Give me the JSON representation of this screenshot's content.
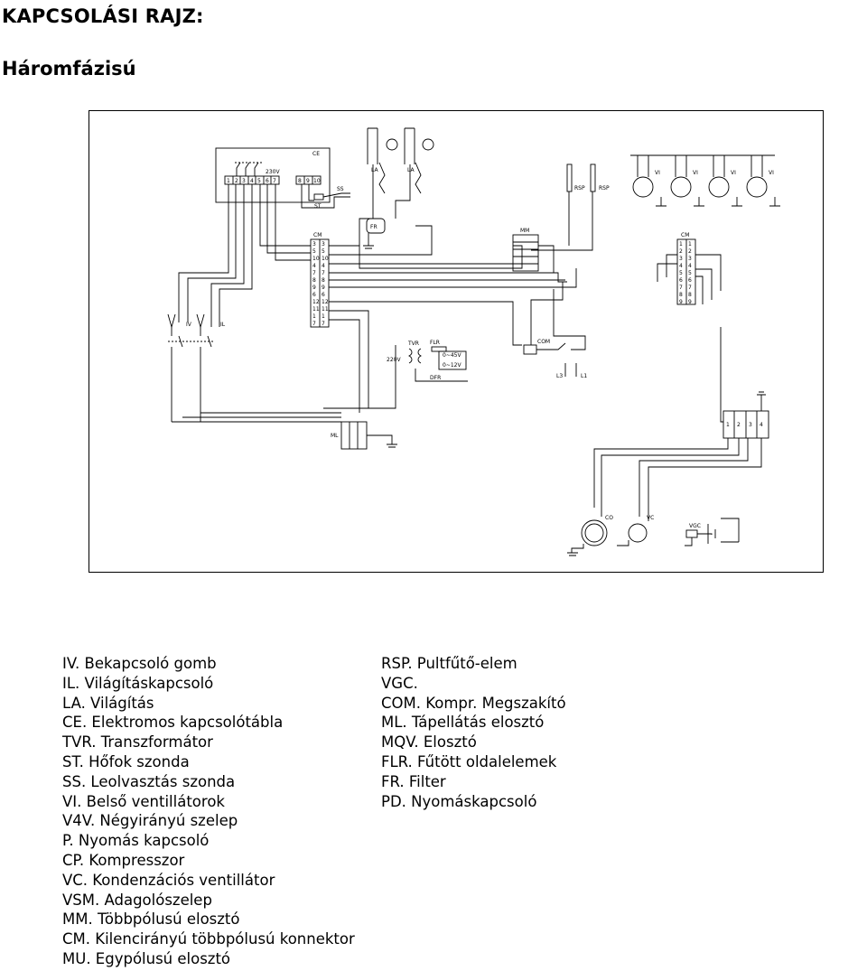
{
  "heading": "KAPCSOLÁSI RAJZ:",
  "subheading": "Háromfázisú",
  "diagram": {
    "labels": {
      "ce": "CE",
      "v230": "230V",
      "ss": "SS",
      "st": "ST",
      "la1": "LA",
      "la2": "LA",
      "fr": "FR",
      "cm_left": "CM",
      "iv": "IV",
      "il": "IL",
      "rsp1": "RSP",
      "rsp2": "RSP",
      "mm": "MM",
      "vi": [
        "VI",
        "VI",
        "VI",
        "VI"
      ],
      "cm_right": "CM",
      "tvr": "TVR",
      "flr": "FLR",
      "v220": "220V",
      "v45": "0~45V",
      "v12": "0~12V",
      "dfr": "DFR",
      "com": "COM",
      "l3": "L3",
      "l1": "L1",
      "ml": "ML",
      "co": "CO",
      "vc": "VC",
      "vgc": "VGC"
    },
    "ce_terminals": [
      "1",
      "2",
      "3",
      "4",
      "5",
      "6",
      "7"
    ],
    "ce_terminals2": [
      "8",
      "9",
      "10"
    ],
    "cm_left_rows": [
      [
        "3",
        "3"
      ],
      [
        "5",
        "5"
      ],
      [
        "10",
        "10"
      ],
      [
        "4",
        "4"
      ],
      [
        "7",
        "7"
      ],
      [
        "8",
        "8"
      ],
      [
        "9",
        "9"
      ],
      [
        "6",
        "6"
      ],
      [
        "12",
        "12"
      ],
      [
        "11",
        "11"
      ],
      [
        "1",
        "1"
      ],
      [
        "7",
        "7"
      ]
    ],
    "cm_right_rows": [
      [
        "1",
        "1"
      ],
      [
        "2",
        "2"
      ],
      [
        "3",
        "3"
      ],
      [
        "4",
        "4"
      ],
      [
        "5",
        "5"
      ],
      [
        "6",
        "6"
      ],
      [
        "7",
        "7"
      ],
      [
        "8",
        "8"
      ],
      [
        "9",
        "9"
      ]
    ],
    "right_terminals": [
      "1",
      "2",
      "3",
      "4"
    ]
  },
  "legend_left": [
    "IV. Bekapcsoló gomb",
    "IL.  Világításkapcsoló",
    "LA. Világítás",
    "CE. Elektromos kapcsolótábla",
    "TVR. Transzformátor",
    "ST. Hőfok szonda",
    "SS. Leolvasztás szonda",
    "VI. Belső ventillátorok",
    "V4V. Négyirányú szelep",
    "P. Nyomás kapcsoló",
    "CP. Kompresszor",
    "VC. Kondenzációs ventillátor",
    "VSM. Adagolószelep",
    "MM. Többpólusú elosztó",
    "CM. Kilencirányú többpólusú konnektor",
    "MU. Egypólusú elosztó"
  ],
  "legend_right": [
    "RSP. Pultfűtő-elem",
    "VGC.",
    "COM. Kompr. Megszakító",
    "ML. Tápellátás elosztó",
    "MQV. Elosztó",
    "FLR. Fűtött oldalelemek",
    "FR. Filter",
    "PD. Nyomáskapcsoló"
  ]
}
